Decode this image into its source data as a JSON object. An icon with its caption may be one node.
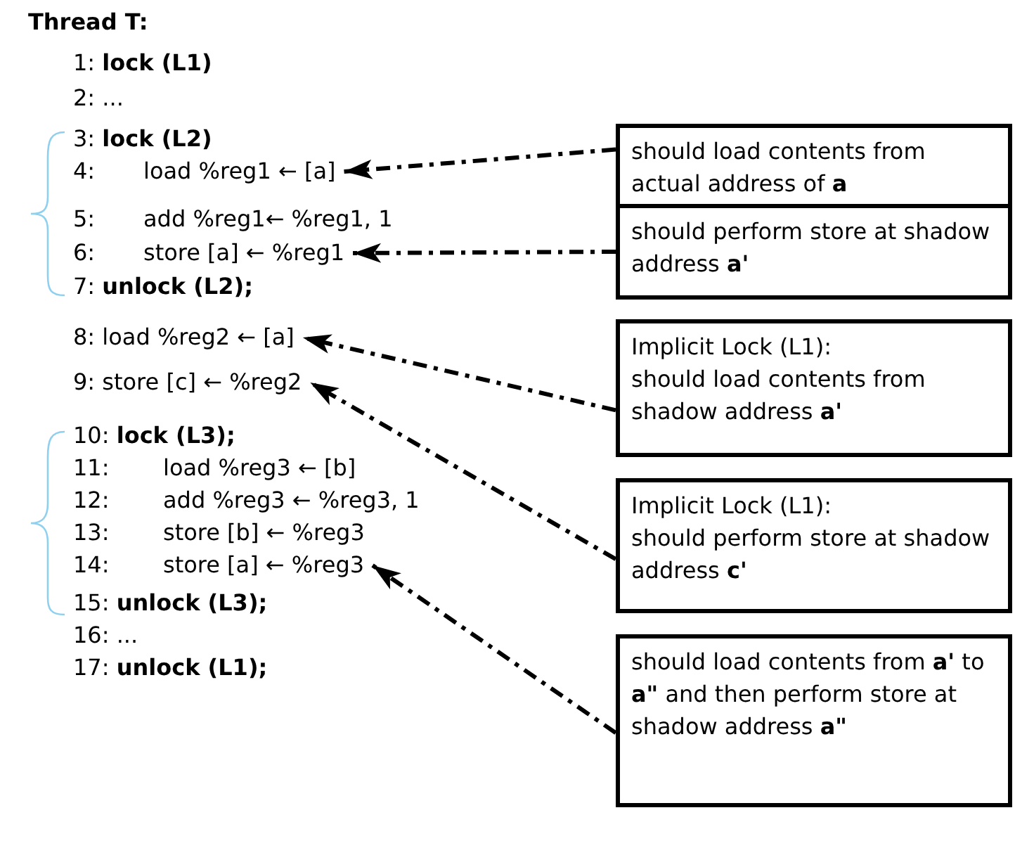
{
  "diagram": {
    "title": "Thread T:",
    "nodes": [
      {
        "text": [
          "4: load %reg1 ← [a]"
        ]
      },
      {
        "text": [
          "should load contents from actual address of **a**"
        ]
      },
      {
        "text": [
          "6: store [a] ← %reg1"
        ]
      },
      {
        "text": [
          "should perform store at shadow address **a'**"
        ]
      },
      {
        "text": [
          "Implicit Lock (L1):",
          "should load contents from shadow address **a'**"
        ]
      },
      {
        "text": [
          "8: load %reg2 ← [a]"
        ]
      },
      {
        "text": [
          "9: store [c] ← %reg2"
        ]
      },
      {
        "text": [
          "Implicit Lock (L1):",
          "should perform store at shadow address **c'**"
        ]
      },
      {
        "text": [
          "14: store [a] ← %reg3"
        ]
      },
      {
        "text": [
          "should load contents from **a'** to **a\"** and then perform store at shadow address **a\"**"
        ]
      }
    ],
    "edges": [
      {
        "from": 1,
        "to": 0,
        "arrow": "to"
      },
      {
        "from": 3,
        "to": 2,
        "arrow": "to"
      },
      {
        "from": 4,
        "to": 5,
        "arrow": "to"
      },
      {
        "from": 7,
        "to": 6,
        "arrow": "to"
      },
      {
        "from": 9,
        "to": 8,
        "arrow": "to"
      }
    ],
    "labels": [
      "1: **lock (L1)**",
      "2: ...",
      "3: **lock (L2)**",
      "5: add %reg1← %reg1, 1",
      "7: **unlock (L2);**",
      "10: **lock (L3);**",
      "11: load %reg3 ← [b]",
      "12: add %reg3 ← %reg3, 1",
      "13: store [b] ← %reg3",
      "15: **unlock (L3);**",
      "16: ...",
      "17: **unlock (L1);**"
    ]
  }
}
